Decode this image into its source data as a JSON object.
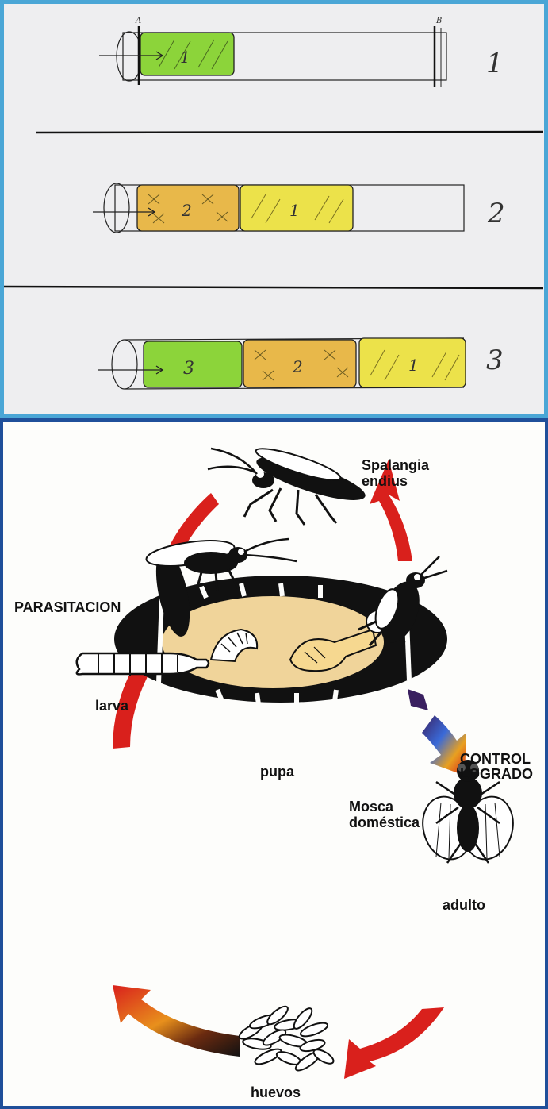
{
  "sketch": {
    "points": {
      "a": "A",
      "b": "B"
    },
    "rows": [
      {
        "row_number": "1",
        "segments": [
          "1"
        ]
      },
      {
        "row_number": "2",
        "segments": [
          "2",
          "1"
        ]
      },
      {
        "row_number": "3",
        "segments": [
          "3",
          "2",
          "1"
        ]
      }
    ],
    "colors": {
      "green": "#8cd43a",
      "yellow": "#ece24a",
      "orange": "#e8b84a",
      "frame": "#4aa6d6"
    }
  },
  "cycle": {
    "labels": {
      "parasite": "Spalangia\nendius",
      "parasitation": "PARASITACION",
      "control": "CONTROL\nLOGRADO",
      "host": "Mosca\ndoméstica",
      "pupa": "pupa",
      "larva": "larva",
      "adult": "adulto",
      "eggs": "huevos"
    },
    "colors": {
      "arrow": "#d9201c",
      "frame": "#1f4f9a",
      "pupa_fill": "#f0d49a"
    }
  }
}
